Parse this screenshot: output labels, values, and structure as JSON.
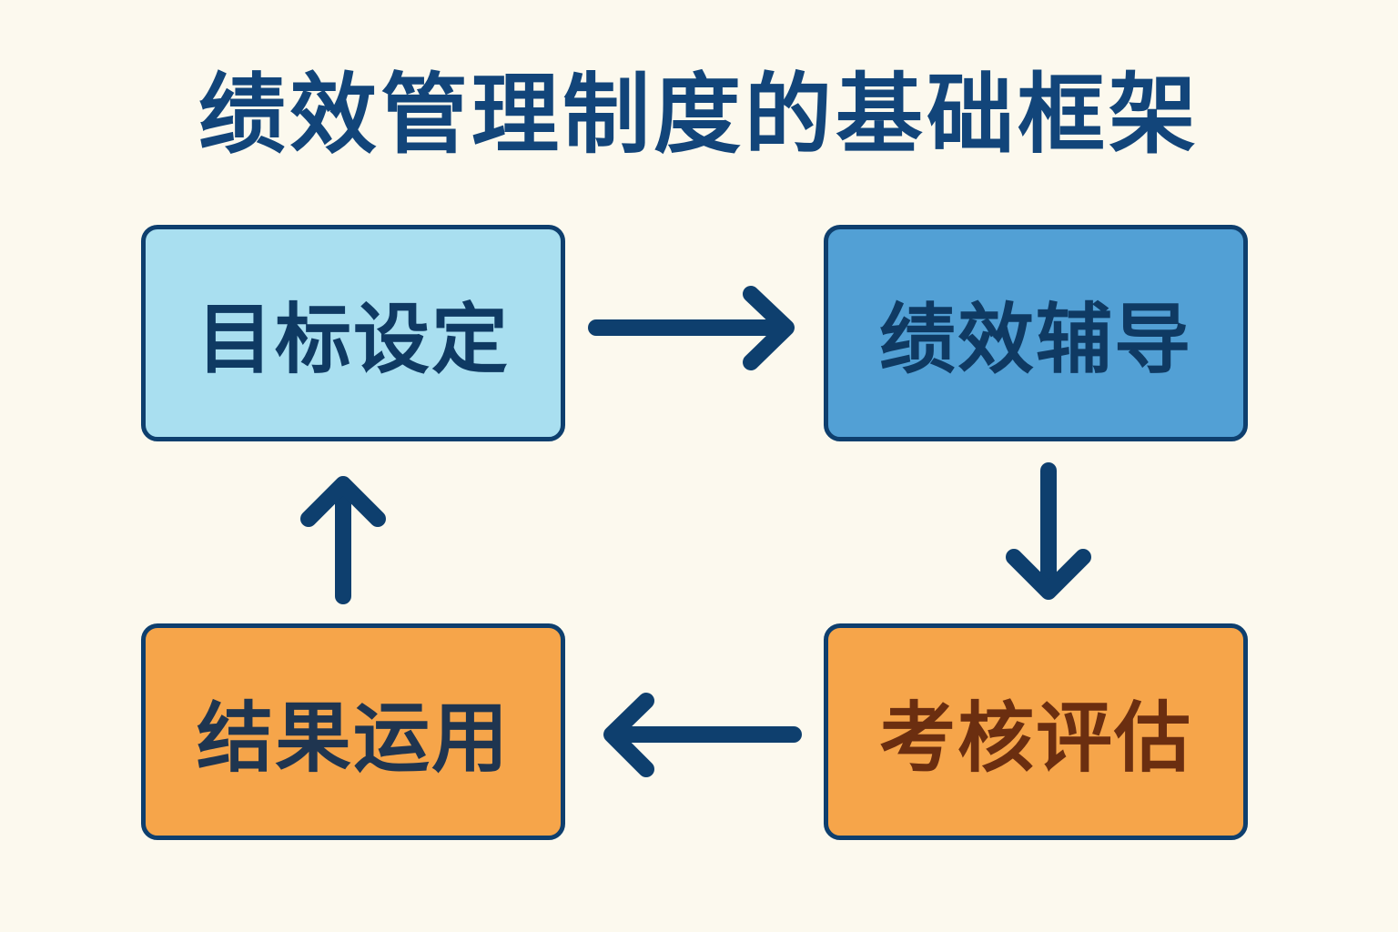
{
  "title": "绩效管理制度的基础框架",
  "steps": [
    {
      "label": "目标设定"
    },
    {
      "label": "绩效辅导"
    },
    {
      "label": "考核评估"
    },
    {
      "label": "结果运用"
    }
  ],
  "colors": {
    "background": "#fcf9ee",
    "title": "#12457a",
    "border": "#0e3f6e",
    "step1_fill": "#a9dff0",
    "step2_fill": "#52a0d5",
    "step3_fill": "#f6a54a",
    "step4_fill": "#f6a54a"
  }
}
